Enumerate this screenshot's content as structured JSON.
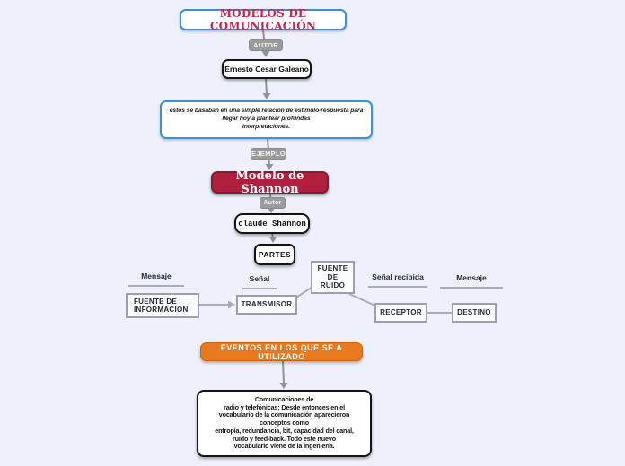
{
  "canvas": {
    "background": "#EEF1FB"
  },
  "colors": {
    "accent_blue": "#3D8FD6",
    "crimson_box": "#B01F3E",
    "crimson_text": "#C2284A",
    "orange": "#E8791D",
    "badge_gray": "#9B9B9B",
    "connector_gray": "#8D929B",
    "flow_border_gray": "#9BA1AB"
  },
  "spine": {
    "title": "MODELOS DE COMUNICACIÓN",
    "autor_badge": "AUTOR",
    "author_name": "Ernesto Cesar Galeano",
    "description": "éstos se basaban en una simple relación de estímulo-respuesta para\nllegar hoy a plantear profundas\ninterpretaciones.",
    "ejemplo_badge": "EJEMPLO",
    "model_title": "Modelo de Shannon",
    "autor_badge_2": "Autor",
    "model_author": "claude Shannon",
    "partes_label": "PARTES",
    "eventos_label": "EVENTOS EN LOS QUE SE A UTILIZADO",
    "eventos_detail": "Comunicaciones de\nradio y telefónicas; Desde entonces en el\nvocabulario de la comunicación aparecieron\nconceptos como\nentropía, redundancia, bit, capacidad del canal,\nruido y feed-back. Todo este nuevo\nvocabulario viene de la ingeniería."
  },
  "flow": {
    "labels": {
      "mensaje_in": "Mensaje",
      "senal": "Señal",
      "senal_recibida": "Señal recibida",
      "mensaje_out": "Mensaje"
    },
    "boxes": {
      "fuente_informacion": "FUENTE DE\nINFORMACION",
      "transmisor": "TRANSMISOR",
      "fuente_ruido": "FUENTE\nDE\nRUIDO",
      "receptor": "RECEPTOR",
      "destino": "DESTINO"
    }
  }
}
